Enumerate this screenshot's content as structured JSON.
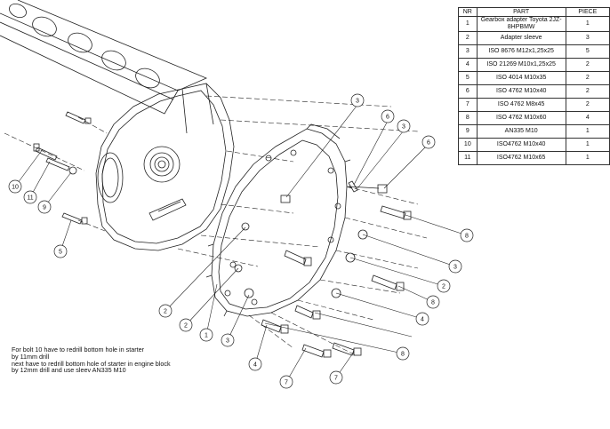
{
  "table": {
    "headers": [
      "NR",
      "PART",
      "PIECE"
    ],
    "rows": [
      {
        "nr": "1",
        "part": "Gearbox adapter Toyota 2JZ-8HPBMW",
        "piece": "1"
      },
      {
        "nr": "2",
        "part": "Adapter sleeve",
        "piece": "3"
      },
      {
        "nr": "3",
        "part": "ISO 8676 M12x1,25x25",
        "piece": "5"
      },
      {
        "nr": "4",
        "part": "ISO 21269 M10x1,25x25",
        "piece": "2"
      },
      {
        "nr": "5",
        "part": "ISO 4014 M10x35",
        "piece": "2"
      },
      {
        "nr": "6",
        "part": "ISO 4762 M10x40",
        "piece": "2"
      },
      {
        "nr": "7",
        "part": "ISO 4762 M8x45",
        "piece": "2"
      },
      {
        "nr": "8",
        "part": "ISO 4762 M10x60",
        "piece": "4"
      },
      {
        "nr": "9",
        "part": "AN335 M10",
        "piece": "1"
      },
      {
        "nr": "10",
        "part": "ISO4762 M10x40",
        "piece": "1"
      },
      {
        "nr": "11",
        "part": "ISO4762 M10x65",
        "piece": "1"
      }
    ]
  },
  "note": "For bolt 10 have to redrill bottom hole in starter\nby 11mm drill\nnext have to redrill bottom hole of starter in engine block\nby 12mm drill and use sleev AN335 M10",
  "balloons": [
    "10",
    "11",
    "9",
    "5",
    "3",
    "6",
    "3",
    "6",
    "8",
    "3",
    "2",
    "8",
    "2",
    "4",
    "2",
    "1",
    "3",
    "4",
    "8",
    "7",
    "7"
  ]
}
